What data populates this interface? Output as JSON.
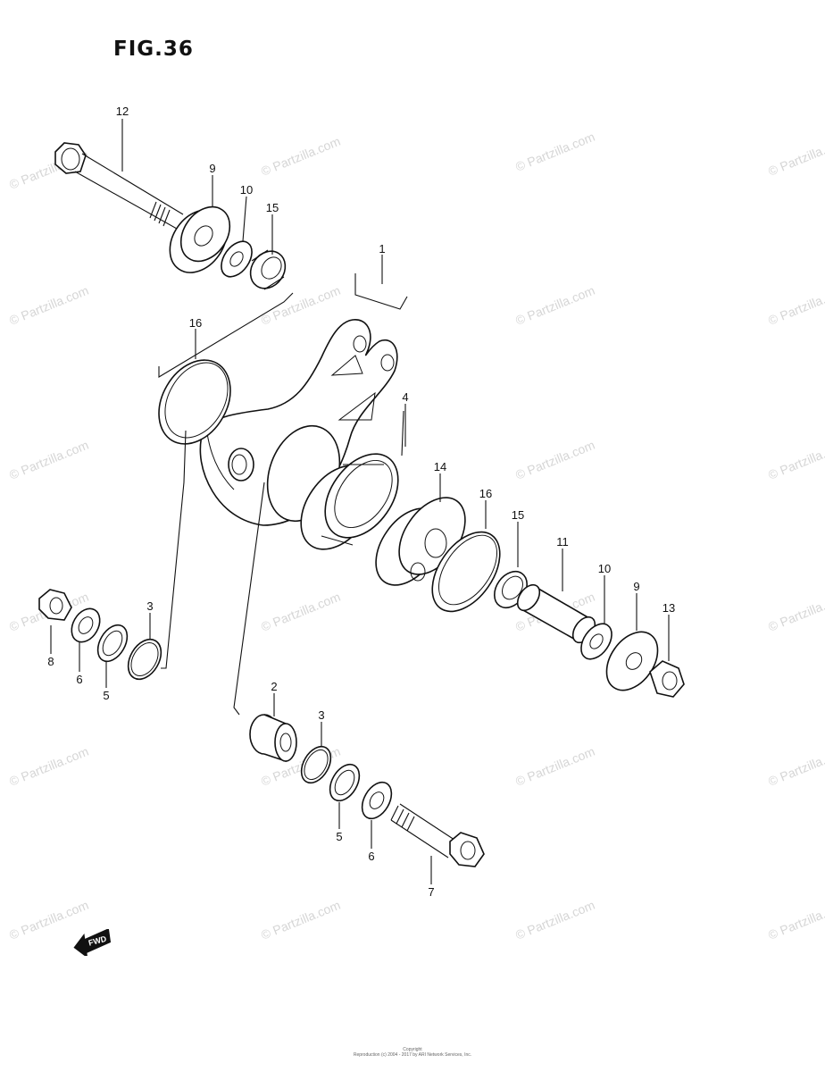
{
  "figure": {
    "title": "FIG.36",
    "watermark": "© Partzilla.com",
    "fwd_label": "FWD",
    "copyright": [
      "Copyright",
      "Reproduction (c) 2004 - 2017 by ARI Network Services, Inc."
    ]
  },
  "labels": [
    {
      "id": "12a",
      "text": "12"
    },
    {
      "id": "9a",
      "text": "9"
    },
    {
      "id": "10a",
      "text": "10"
    },
    {
      "id": "15a",
      "text": "15"
    },
    {
      "id": "1",
      "text": "1"
    },
    {
      "id": "16a",
      "text": "16"
    },
    {
      "id": "4",
      "text": "4"
    },
    {
      "id": "14",
      "text": "14"
    },
    {
      "id": "16b",
      "text": "16"
    },
    {
      "id": "15b",
      "text": "15"
    },
    {
      "id": "11",
      "text": "11"
    },
    {
      "id": "10b",
      "text": "10"
    },
    {
      "id": "9b",
      "text": "9"
    },
    {
      "id": "13",
      "text": "13"
    },
    {
      "id": "3a",
      "text": "3"
    },
    {
      "id": "8",
      "text": "8"
    },
    {
      "id": "6a",
      "text": "6"
    },
    {
      "id": "5a",
      "text": "5"
    },
    {
      "id": "2",
      "text": "2"
    },
    {
      "id": "3b",
      "text": "3"
    },
    {
      "id": "5b",
      "text": "5"
    },
    {
      "id": "6b",
      "text": "6"
    },
    {
      "id": "7",
      "text": "7"
    }
  ],
  "colors": {
    "line": "#111111",
    "watermark": "#d6d6d6"
  }
}
